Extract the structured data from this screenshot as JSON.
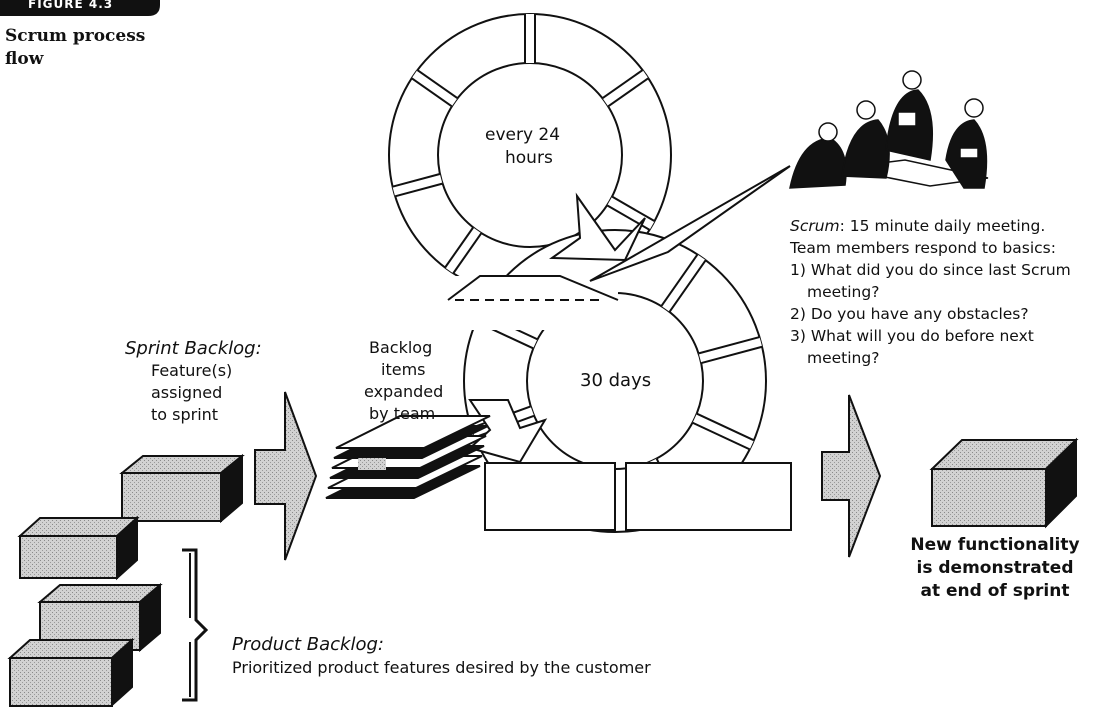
{
  "figure": {
    "badge": "FIGURE 4.3",
    "caption_line1": "Scrum process",
    "caption_line2": "flow"
  },
  "daily_cycle": {
    "line1": "every 24",
    "line2": "hours"
  },
  "sprint_cycle": {
    "label": "30 days"
  },
  "scrum_meeting": {
    "term": "Scrum",
    "line1_rest": ": 15 minute daily meeting.",
    "line2": "Team members respond to basics:",
    "q1_a": "1) What did you do since last Scrum",
    "q1_b": "meeting?",
    "q2": "2) Do you have any obstacles?",
    "q3_a": "3) What will you do before next",
    "q3_b": "meeting?"
  },
  "sprint_backlog": {
    "title": "Sprint Backlog:",
    "line1": "Feature(s)",
    "line2": "assigned",
    "line3": "to sprint"
  },
  "backlog_items": {
    "line1": "Backlog",
    "line2": "items",
    "line3": "expanded",
    "line4": "by team"
  },
  "product_backlog": {
    "title": "Product Backlog:",
    "description": "Prioritized product features desired by the customer"
  },
  "outcome": {
    "line1": "New functionality",
    "line2": "is demonstrated",
    "line3": "at end of sprint"
  },
  "colors": {
    "ink": "#111111",
    "stipple": "#c9c9c9",
    "badge_bg": "#111111",
    "badge_text": "#ffffff"
  }
}
